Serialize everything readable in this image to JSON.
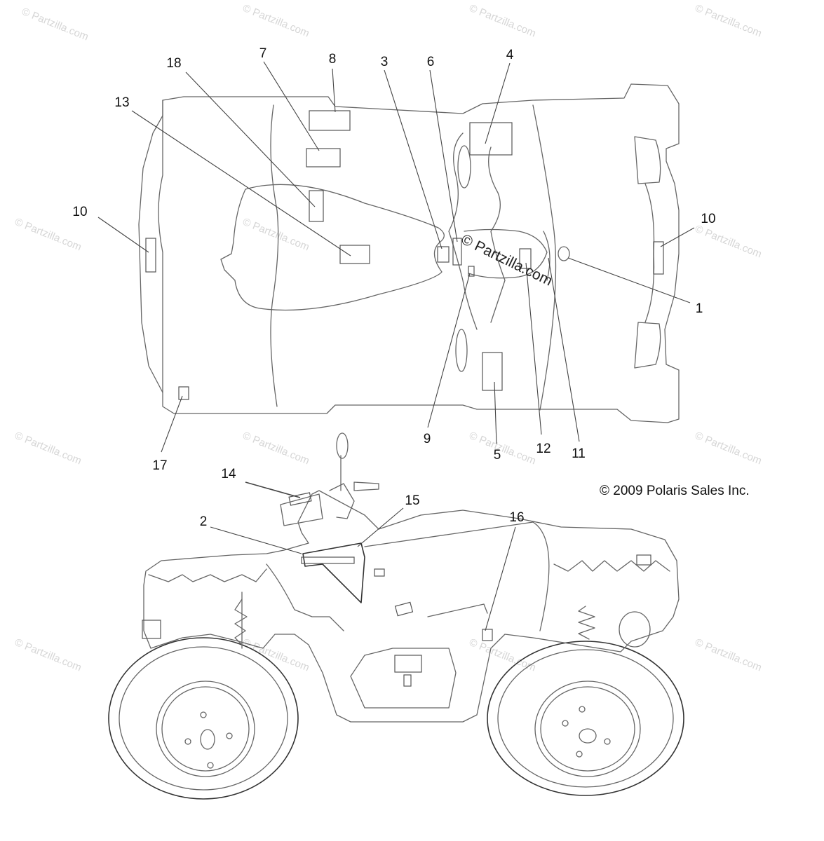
{
  "diagram": {
    "callouts": {
      "c1": "1",
      "c2": "2",
      "c3": "3",
      "c4": "4",
      "c5": "5",
      "c6": "6",
      "c7": "7",
      "c8": "8",
      "c9": "9",
      "c10": "10",
      "c11": "11",
      "c12": "12",
      "c13": "13",
      "c14": "14",
      "c15": "15",
      "c16": "16",
      "c17": "17",
      "c18": "18"
    },
    "copyright": "© 2009 Polaris Sales Inc.",
    "watermark_center": "© Partzilla.com",
    "watermark_repeat": "© Partzilla.com"
  }
}
